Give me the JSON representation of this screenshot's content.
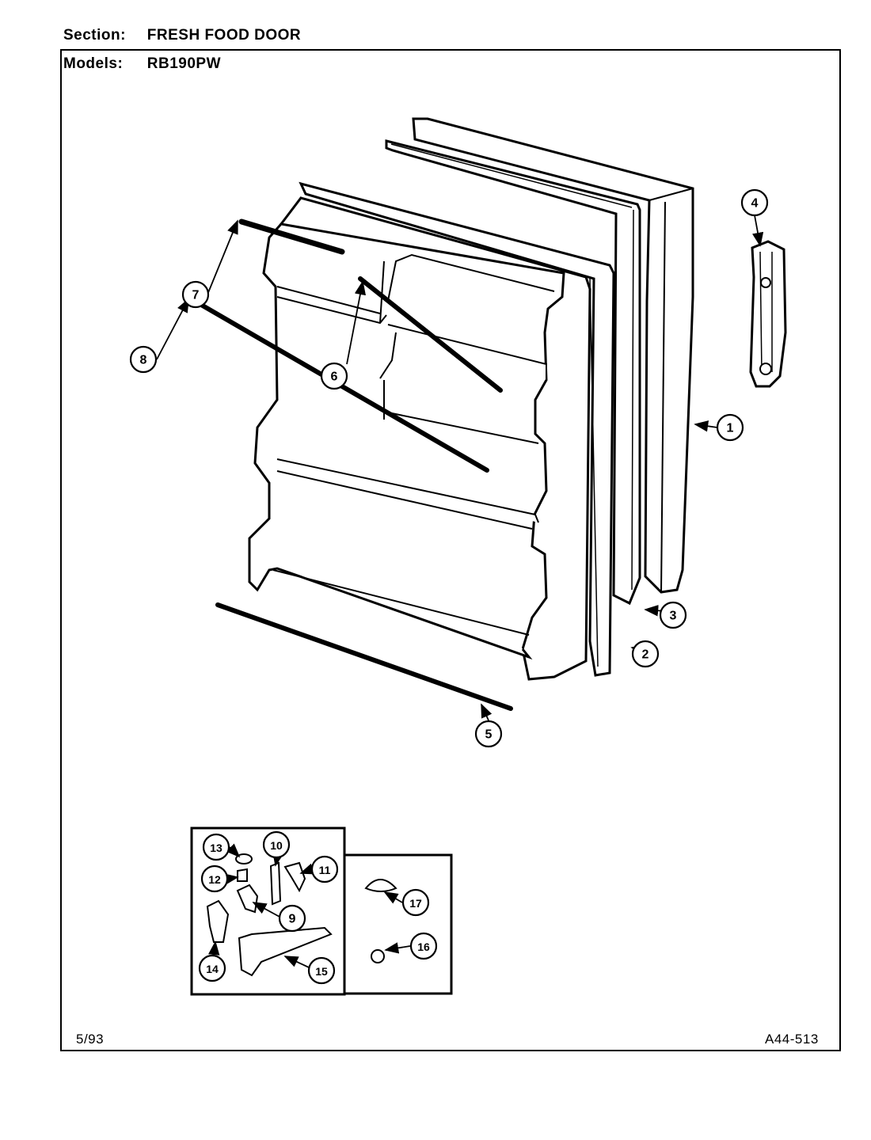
{
  "header": {
    "section_label": "Section:",
    "section_value": "FRESH FOOD DOOR",
    "models_label": "Models:",
    "models_value": "RB190PW"
  },
  "footer": {
    "date": "5/93",
    "page_code": "A44-513"
  },
  "callouts": {
    "c1": "1",
    "c2": "2",
    "c3": "3",
    "c4": "4",
    "c5": "5",
    "c6": "6",
    "c7": "7",
    "c8": "8",
    "c9": "9",
    "c10": "10",
    "c11": "11",
    "c12": "12",
    "c13": "13",
    "c14": "14",
    "c15": "15",
    "c16": "16",
    "c17": "17"
  }
}
